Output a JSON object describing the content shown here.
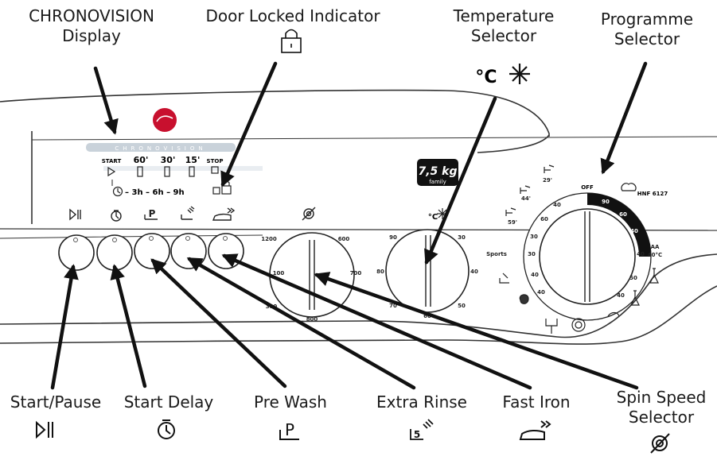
{
  "top_labels": {
    "chronovision": [
      "CHRONOVISION",
      "Display"
    ],
    "door_locked": [
      "Door Locked Indicator"
    ],
    "temperature": [
      "Temperature",
      "Selector"
    ],
    "programme": [
      "Programme",
      "Selector"
    ],
    "temperature_units": "°C"
  },
  "bottom_labels": {
    "start_pause": "Start/Pause",
    "start_delay": "Start Delay",
    "pre_wash": "Pre Wash",
    "extra_rinse": "Extra Rinse",
    "fast_iron": "Fast Iron",
    "spin_speed": [
      "Spin Speed",
      "Selector"
    ]
  },
  "panel": {
    "chronovision_strip": "CHRONOVISION",
    "timeline": [
      "START",
      "60'",
      "30'",
      "15'",
      "STOP"
    ],
    "delay_hours": "– 3h – 6h – 9h",
    "capacity": "7,5 kg",
    "capacity_sub": "family",
    "model": "HNF 6127",
    "off": "OFF",
    "sports": "Sports",
    "aa_40": [
      "AA",
      "40°C"
    ],
    "temp_dial_units": "°C",
    "spin_values": [
      "1200",
      "600",
      "700",
      "800",
      "300",
      "100"
    ],
    "temp_values": [
      "90",
      "30",
      "40",
      "50",
      "60",
      "70",
      "80"
    ],
    "prog_left": [
      "29'",
      "44'",
      "59'",
      "30",
      "40",
      "40",
      "40",
      "60",
      "30"
    ],
    "prog_right": [
      "90",
      "60",
      "40",
      "40",
      "50",
      "40"
    ]
  }
}
